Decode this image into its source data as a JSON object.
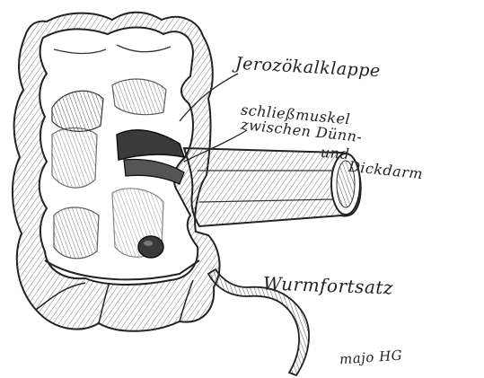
{
  "labels": {
    "klappe": "Jerozökalklappe",
    "schliessmuskel": "schließmuskel",
    "zwischen": "zwischen Dünn-",
    "und": "und",
    "dickdarm": "Dickdarm",
    "wurmfortsatz": "Wurmfortsatz",
    "signature": "majo HG"
  },
  "colors": {
    "ink": "#222222",
    "paper": "#ffffff",
    "shadow": "#3a3a3a"
  }
}
